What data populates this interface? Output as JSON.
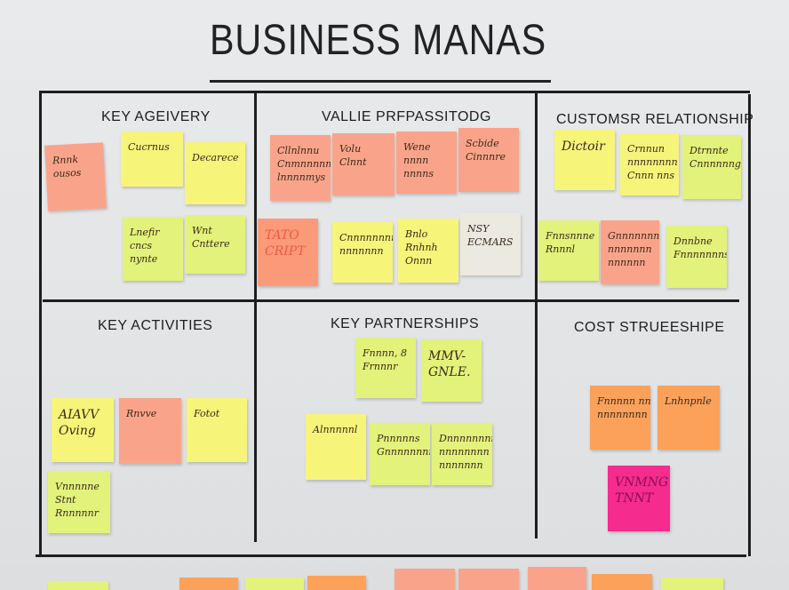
{
  "title": "BUSINESS MANAS",
  "colors": {
    "yellow": "#f6f57a",
    "lime": "#e3f27a",
    "salmon": "#f9a48a",
    "orange": "#fba15a",
    "peach": "#f8c7b0",
    "cream": "#ebe9e0",
    "magenta": "#f52b8e"
  },
  "sections": [
    {
      "label": "KEY AGEIVERY"
    },
    {
      "label": "VALLIE PRFPASSITODG"
    },
    {
      "label": "CUSTOMSR RELATIONSHIP"
    },
    {
      "label": "KEY ACTIVITIES"
    },
    {
      "label": "KEY PARTNERSHIPS"
    },
    {
      "label": "COST STRUEESHIPE"
    }
  ],
  "notes": [
    {
      "lines": [
        "Rnnk",
        "ousos"
      ]
    },
    {
      "lines": [
        "Cucrnus"
      ]
    },
    {
      "lines": [
        "Decarece"
      ]
    },
    {
      "lines": [
        "Lnefir",
        "cncs",
        "nynte"
      ]
    },
    {
      "lines": [
        "Wnt",
        "Cnttere"
      ]
    },
    {
      "lines": [
        "Cllnlnnu",
        "Cnmnnnnm",
        "lnnnnmys"
      ]
    },
    {
      "lines": [
        "Volu",
        "Clnnt"
      ]
    },
    {
      "lines": [
        "Wene",
        "nnnn",
        "nnnns"
      ]
    },
    {
      "lines": [
        "Scbide",
        "Cinnnre"
      ]
    },
    {
      "lines": [
        "TATO",
        "CRIPT"
      ]
    },
    {
      "lines": [
        "Cnnnnnnnns",
        "nnnnnnn"
      ]
    },
    {
      "lines": [
        "Bnlo",
        "Rnhnh",
        "Onnn"
      ]
    },
    {
      "lines": [
        "NSY",
        "ECMARS"
      ]
    },
    {
      "lines": [
        "Dictoir"
      ]
    },
    {
      "lines": [
        "Crnnun",
        "nnnnnnnn",
        "Cnnn nns"
      ]
    },
    {
      "lines": [
        "Dtrnnte",
        "Cnnnnnng"
      ]
    },
    {
      "lines": [
        "Fnnsnnne",
        "Rnnnl"
      ]
    },
    {
      "lines": [
        "Gnnnnnnnns",
        "nnnnnnn",
        "nnnnnn"
      ]
    },
    {
      "lines": [
        "Dnnbne",
        "Fnnnnnnns"
      ]
    },
    {
      "lines": [
        "AIAVV",
        "Oving"
      ]
    },
    {
      "lines": [
        "Rnvve"
      ]
    },
    {
      "lines": [
        "Fotot"
      ]
    },
    {
      "lines": [
        "Vnnnnne",
        "Stnt",
        "Rnnnnnr"
      ]
    },
    {
      "lines": [
        "Fnnnn, 8",
        "Frnnnr"
      ]
    },
    {
      "lines": [
        "MMV-",
        "GNLE."
      ]
    },
    {
      "lines": [
        "Alnnnnnl"
      ]
    },
    {
      "lines": [
        "Pnnnnns",
        "Gnnnnnnnr"
      ]
    },
    {
      "lines": [
        "Dnnnnnnnn",
        "nnnnnnnn",
        "nnnnnnn"
      ]
    },
    {
      "lines": [
        "Fnnnnn nnn",
        "nnnnnnnn"
      ]
    },
    {
      "lines": [
        "Lnhnpnle"
      ]
    },
    {
      "lines": [
        "VNMNG",
        "TNNT"
      ]
    }
  ]
}
